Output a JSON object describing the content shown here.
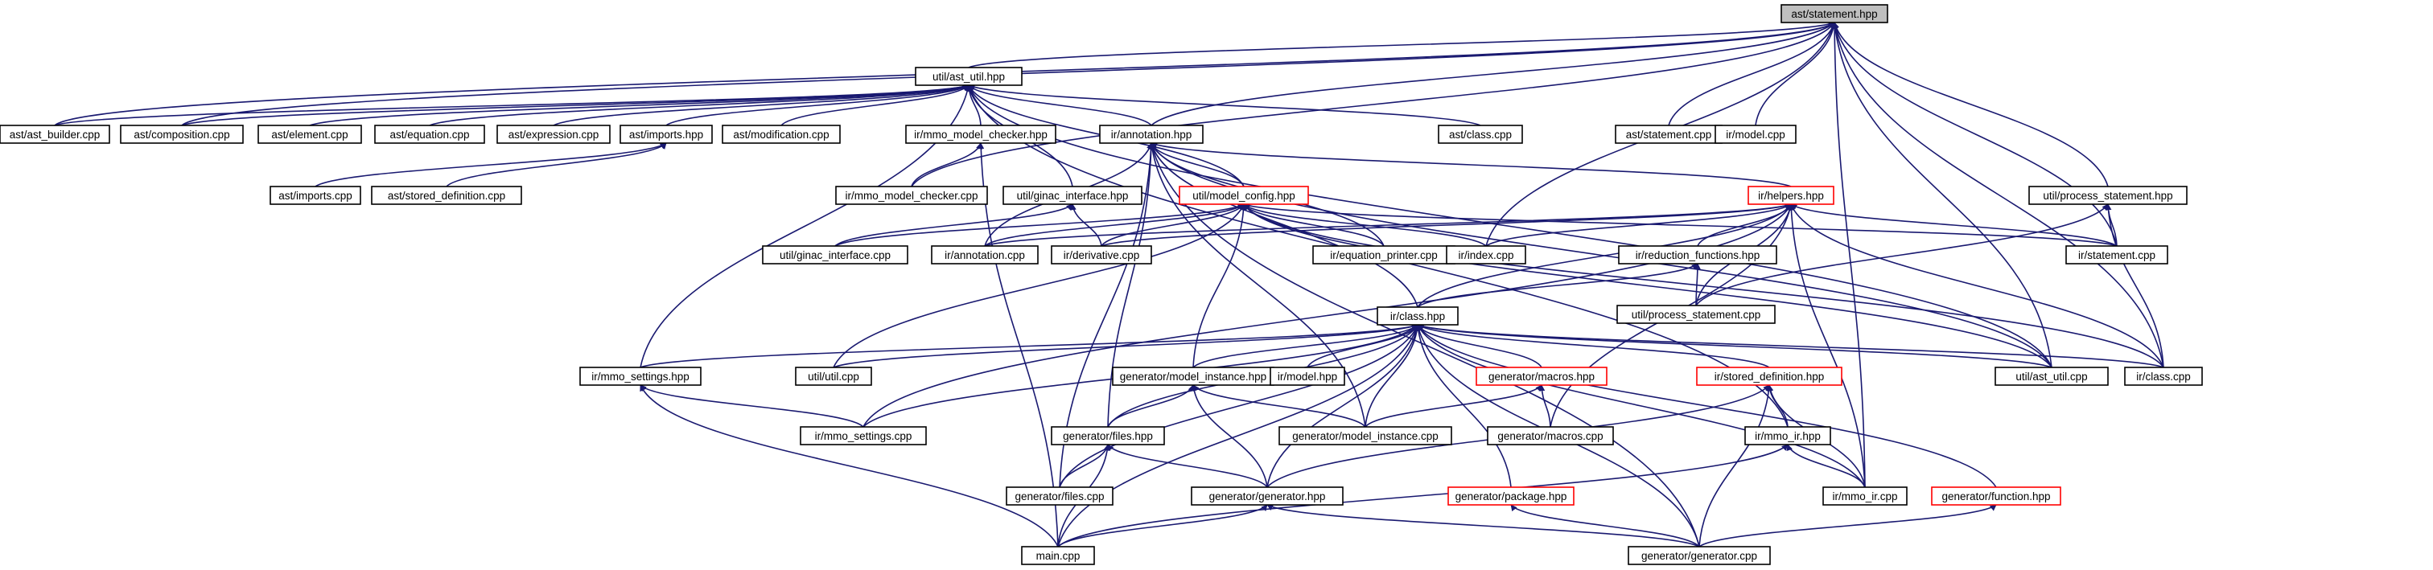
{
  "colors": {
    "edge": "#191970",
    "root_fill": "#bfbfbf",
    "truncated_border": "#ff0000",
    "border": "#000000"
  },
  "nodes": {
    "stmt_hpp": {
      "label": "ast/statement.hpp"
    },
    "ast_util_hpp": {
      "label": "util/ast_util.hpp"
    },
    "ast_builder_cpp": {
      "label": "ast/ast_builder.cpp"
    },
    "composition_cpp": {
      "label": "ast/composition.cpp"
    },
    "element_cpp": {
      "label": "ast/element.cpp"
    },
    "equation_cpp": {
      "label": "ast/equation.cpp"
    },
    "expression_cpp": {
      "label": "ast/expression.cpp"
    },
    "imports_hpp": {
      "label": "ast/imports.hpp"
    },
    "modification_cpp": {
      "label": "ast/modification.cpp"
    },
    "mmo_model_checker_hpp": {
      "label": "ir/mmo_model_checker.hpp"
    },
    "annotation_hpp": {
      "label": "ir/annotation.hpp"
    },
    "class_cpp_ast": {
      "label": "ast/class.cpp"
    },
    "statement_cpp_ast": {
      "label": "ast/statement.cpp"
    },
    "model_cpp": {
      "label": "ir/model.cpp"
    },
    "imports_cpp": {
      "label": "ast/imports.cpp"
    },
    "stored_definition_cpp": {
      "label": "ast/stored_definition.cpp"
    },
    "mmo_model_checker_cpp": {
      "label": "ir/mmo_model_checker.cpp"
    },
    "ginac_interface_hpp": {
      "label": "util/ginac_interface.hpp"
    },
    "model_config_hpp": {
      "label": "util/model_config.hpp"
    },
    "helpers_hpp": {
      "label": "ir/helpers.hpp"
    },
    "process_statement_hpp": {
      "label": "util/process_statement.hpp"
    },
    "ginac_interface_cpp": {
      "label": "util/ginac_interface.cpp"
    },
    "annotation_cpp": {
      "label": "ir/annotation.cpp"
    },
    "derivative_cpp": {
      "label": "ir/derivative.cpp"
    },
    "equation_printer_cpp": {
      "label": "ir/equation_printer.cpp"
    },
    "index_cpp": {
      "label": "ir/index.cpp"
    },
    "reduction_functions_hpp": {
      "label": "ir/reduction_functions.hpp"
    },
    "statement_cpp_ir": {
      "label": "ir/statement.cpp"
    },
    "process_statement_cpp": {
      "label": "util/process_statement.cpp"
    },
    "class_hpp": {
      "label": "ir/class.hpp"
    },
    "mmo_settings_hpp": {
      "label": "ir/mmo_settings.hpp"
    },
    "util_cpp": {
      "label": "util/util.cpp"
    },
    "model_instance_hpp": {
      "label": "generator/model_instance.hpp"
    },
    "model_hpp": {
      "label": "ir/model.hpp"
    },
    "macros_hpp": {
      "label": "generator/macros.hpp"
    },
    "stored_definition_hpp": {
      "label": "ir/stored_definition.hpp"
    },
    "ast_util_cpp": {
      "label": "util/ast_util.cpp"
    },
    "class_cpp_ir": {
      "label": "ir/class.cpp"
    },
    "mmo_settings_cpp": {
      "label": "ir/mmo_settings.cpp"
    },
    "files_hpp": {
      "label": "generator/files.hpp"
    },
    "model_instance_cpp": {
      "label": "generator/model_instance.cpp"
    },
    "macros_cpp": {
      "label": "generator/macros.cpp"
    },
    "mmo_ir_hpp": {
      "label": "ir/mmo_ir.hpp"
    },
    "files_cpp": {
      "label": "generator/files.cpp"
    },
    "generator_hpp": {
      "label": "generator/generator.hpp"
    },
    "package_hpp": {
      "label": "generator/package.hpp"
    },
    "mmo_ir_cpp": {
      "label": "ir/mmo_ir.cpp"
    },
    "function_hpp": {
      "label": "generator/function.hpp"
    },
    "main_cpp": {
      "label": "main.cpp"
    },
    "generator_cpp": {
      "label": "generator/generator.cpp"
    }
  }
}
